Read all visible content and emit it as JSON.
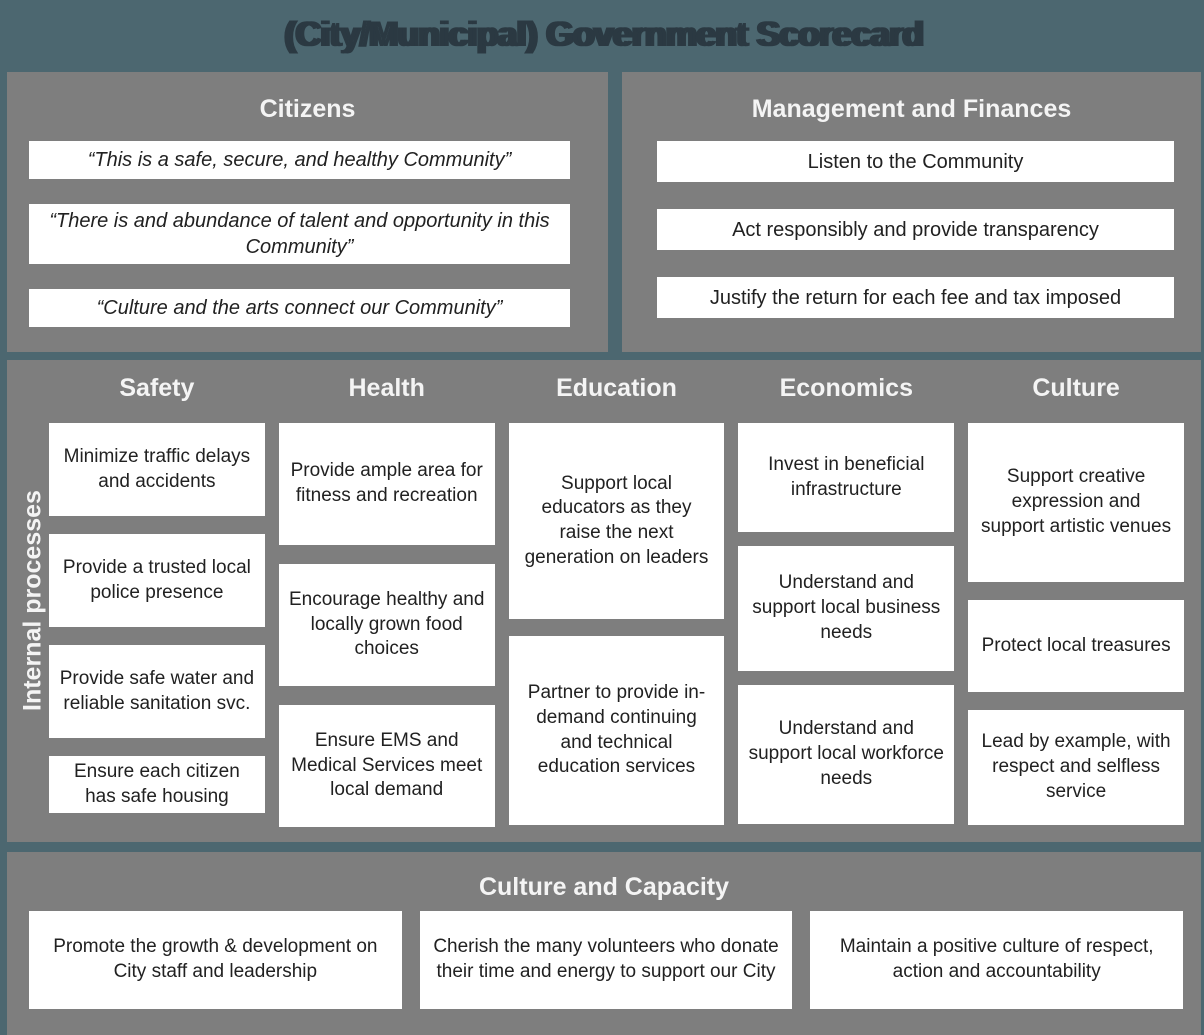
{
  "title": "(City/Municipal) Government Scorecard",
  "colors": {
    "background": "#4c6770",
    "panel": "#7e7e7e",
    "card": "#ffffff",
    "title_text": "#2b3942",
    "header_text": "#f4f4f4",
    "card_text": "#212121"
  },
  "citizens": {
    "header": "Citizens",
    "cards": [
      "“This is a safe, secure, and healthy Community”",
      "“There is and abundance of talent and opportunity in this Community”",
      "“Culture and the arts connect our Community”"
    ]
  },
  "management": {
    "header": "Management and Finances",
    "cards": [
      "Listen to the Community",
      "Act responsibly and provide transparency",
      "Justify the return for each fee and tax imposed"
    ]
  },
  "internal": {
    "side_label": "Internal processes",
    "columns": [
      {
        "header": "Safety",
        "cards": [
          "Minimize traffic delays and accidents",
          "Provide a trusted local police presence",
          "Provide safe water and reliable sanitation svc.",
          "Ensure each citizen has safe housing"
        ]
      },
      {
        "header": "Health",
        "cards": [
          "Provide ample area for fitness and recreation",
          "Encourage healthy and locally grown food choices",
          "Ensure EMS and Medical Services meet local demand"
        ]
      },
      {
        "header": "Education",
        "cards": [
          "Support local educators as they raise the next generation on leaders",
          "Partner to provide in-demand continuing and technical education services"
        ]
      },
      {
        "header": "Economics",
        "cards": [
          "Invest in beneficial infrastructure",
          "Understand and support local business needs",
          "Understand and support local workforce needs"
        ]
      },
      {
        "header": "Culture",
        "cards": [
          "Support creative expression and support artistic venues",
          "Protect local treasures",
          "Lead by example, with respect and selfless service"
        ]
      }
    ]
  },
  "culture_capacity": {
    "header": "Culture and Capacity",
    "cards": [
      "Promote the growth & development on City staff and leadership",
      "Cherish the many volunteers who donate their time and energy to support our City",
      "Maintain a positive culture of respect, action and accountability"
    ]
  }
}
